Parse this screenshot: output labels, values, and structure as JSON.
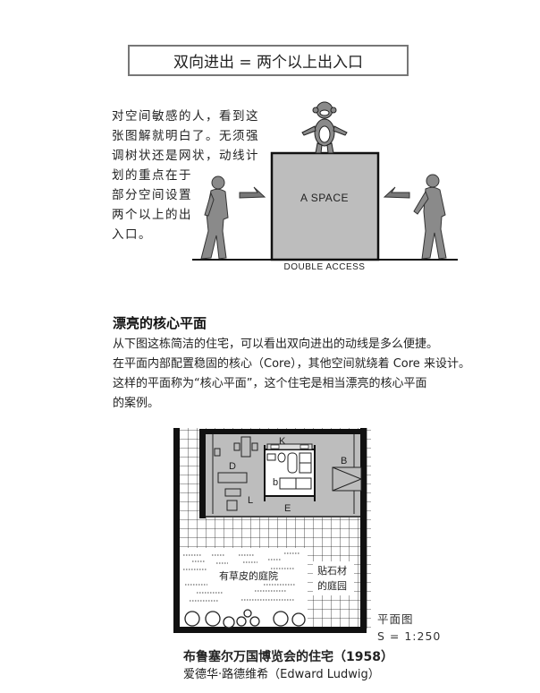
{
  "title_box": {
    "text": "双向进出 = 两个以上出入口"
  },
  "intro_paragraph": {
    "lines": [
      "对空间敏感的人，看到这",
      "张图解就明白了。无须强",
      "调树状还是网状，动线计",
      "划的重点在于",
      "部分空间设置",
      "两个以上的出",
      "入口。"
    ]
  },
  "illustration": {
    "space_label": "A SPACE",
    "ground_label": "DOUBLE ACCESS",
    "colors": {
      "fill": "#b8b8b8",
      "figure": "#8a8a8a",
      "outline": "#111111"
    }
  },
  "section": {
    "heading": "漂亮的核心平面",
    "lines": [
      "从下图这栋简洁的住宅，可以看出双向进出的动线是多么便捷。",
      "在平面内部配置稳固的核心（Core），其他空间就绕着 Core 来设计。",
      "这样的平面称为“核心平面”，这个住宅是相当漂亮的核心平面",
      "的案例。"
    ]
  },
  "floor_plan": {
    "room_labels": {
      "K": "K",
      "D": "D",
      "B": "B",
      "b": "b",
      "L": "L",
      "E": "E"
    },
    "lawn_courtyard": "有草皮的庭院",
    "stone_garden_line1": "贴石材",
    "stone_garden_line2": "的庭园",
    "plan_label": "平面图",
    "scale": "S = 1:250"
  },
  "caption": {
    "title": "布鲁塞尔万国博览会的住宅（1958）",
    "author": "爱德华·路德维希（Edward Ludwig）"
  }
}
